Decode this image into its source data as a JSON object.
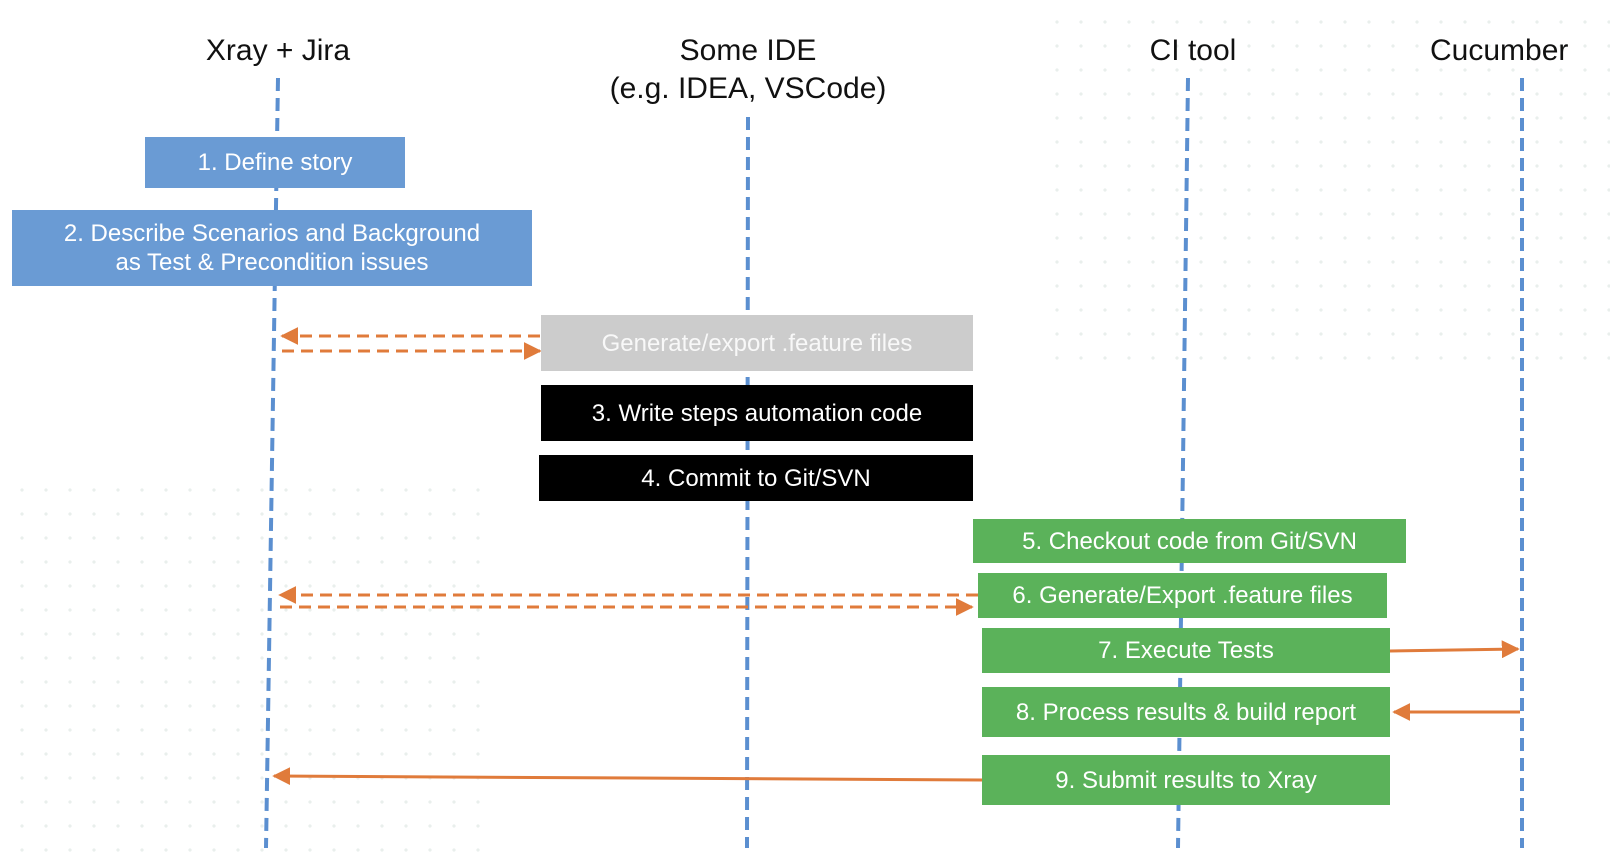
{
  "lanes": {
    "xray": "Xray + Jira",
    "ide_line1": "Some IDE",
    "ide_line2": "(e.g. IDEA, VSCode)",
    "ci": "CI tool",
    "cucumber": "Cucumber"
  },
  "steps": {
    "s1": "1. Define story",
    "s2_line1": "2. Describe Scenarios and Background",
    "s2_line2": "as Test & Precondition issues",
    "generate_export": "Generate/export .feature files",
    "s3": "3. Write steps automation code",
    "s4": "4. Commit to Git/SVN",
    "s5": "5. Checkout code from Git/SVN",
    "s6": "6. Generate/Export .feature files",
    "s7": "7. Execute Tests",
    "s8": "8. Process results & build report",
    "s9": "9. Submit results to Xray"
  },
  "colors": {
    "lifeline": "#5b8fd0",
    "arrow": "#e07b3b",
    "xray_box": "#6a9bd4",
    "ide_manual_box": "#cccccc",
    "ide_box": "#000000",
    "ci_box": "#5bb25a"
  }
}
